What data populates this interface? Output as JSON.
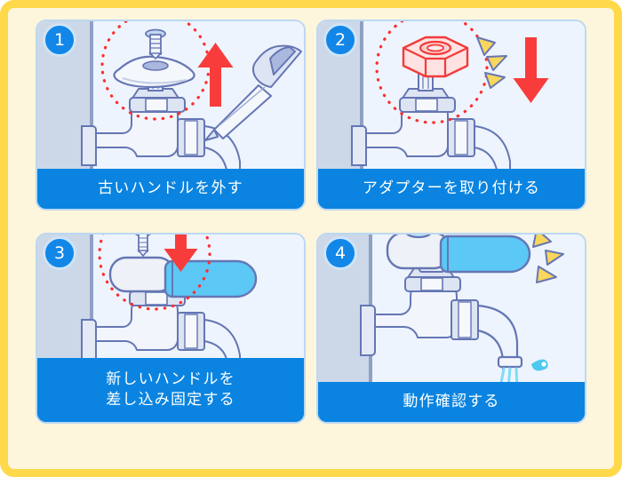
{
  "diagram": {
    "title": "",
    "colors": {
      "frame_border": "#ffd94a",
      "frame_bg": "#fdf6dc",
      "card_bg": "#eef4fd",
      "card_border": "#bcd8f2",
      "caption_bg": "#0a84e0",
      "caption_text": "#ffffff",
      "badge_bg": "#1287e8",
      "badge_ring": "#cfe4f8",
      "arrow_red": "#f83c3c",
      "highlight_dotted": "#ff2d2d",
      "sparkle_yellow": "#f9d65c",
      "metal_outline": "#6576b4",
      "metal_light": "#f2f5fb",
      "metal_mid": "#d5dded",
      "wall_panel": "#ccd8e8",
      "lever_blue": "#5bc8f5",
      "adapter_red": "#f23b3b",
      "adapter_fill": "#ffe2e2",
      "water_cyan": "#7fdcf7"
    },
    "panels": [
      {
        "number": "1",
        "caption": "古いハンドルを外す",
        "caption_lines": 1,
        "icons": [
          "screw-icon",
          "old-cross-handle-icon",
          "screwdriver-icon",
          "up-arrow-icon",
          "dotted-highlight-circle"
        ],
        "arrow_direction": "up",
        "has_sparkle": false,
        "has_water": false
      },
      {
        "number": "2",
        "caption": "アダプターを取り付ける",
        "caption_lines": 1,
        "icons": [
          "hex-nut-adapter-icon",
          "sparkle-icon",
          "down-arrow-icon",
          "dotted-highlight-circle"
        ],
        "arrow_direction": "down",
        "has_sparkle": true,
        "has_water": false
      },
      {
        "number": "3",
        "caption": "新しいハンドルを\n差し込み固定する",
        "caption_lines": 2,
        "icons": [
          "cap-disc-icon",
          "screw-icon",
          "new-lever-handle-icon",
          "down-arrow-icon",
          "dotted-highlight-circle"
        ],
        "arrow_direction": "down",
        "has_sparkle": false,
        "has_water": false
      },
      {
        "number": "4",
        "caption": "動作確認する",
        "caption_lines": 1,
        "icons": [
          "new-lever-handle-icon",
          "sparkle-icon",
          "water-stream-icon",
          "water-droplet-icon"
        ],
        "arrow_direction": "none",
        "has_sparkle": true,
        "has_water": true
      }
    ]
  }
}
